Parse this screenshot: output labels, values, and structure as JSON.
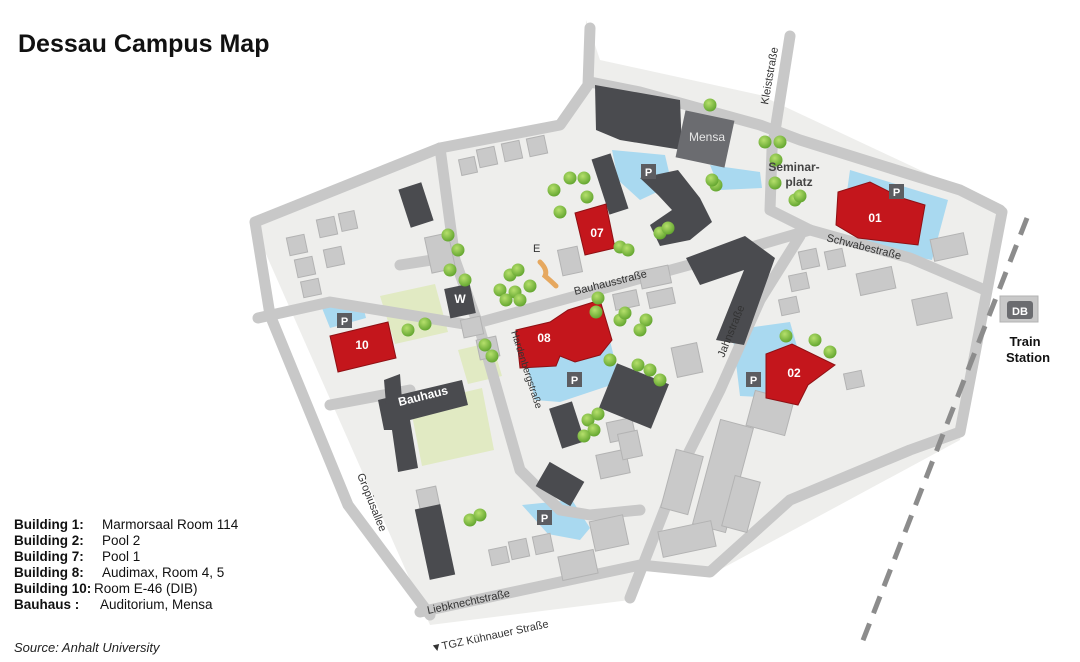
{
  "title": "Dessau Campus Map",
  "legend": [
    {
      "key": "Building 1:",
      "value": "Marmorsaal Room 114"
    },
    {
      "key": "Building 2:",
      "value": "Pool 2"
    },
    {
      "key": "Building 7:",
      "value": "Pool 1"
    },
    {
      "key": "Building 8:",
      "value": "Audimax, Room 4, 5"
    },
    {
      "key": "Building 10:",
      "value": "Room E-46 (DIB)"
    },
    {
      "key": "Bauhaus :",
      "value": "Auditorium, Mensa"
    }
  ],
  "source": "Source: Anhalt University",
  "map": {
    "streets": {
      "kleiststrasse": "Kleiststraße",
      "schwabestrasse": "Schwabestraße",
      "bauhausstrasse": "Bauhausstraße",
      "jahnstrasse": "Jahnstraße",
      "hardenbergstrasse": "Hardenbergstraße",
      "gropiusallee": "Gropiusallee",
      "liebknechtstrasse": "Liebknechtstraße",
      "kuehnauer": "▼TGZ Kühnauer Straße"
    },
    "places": {
      "mensa": "Mensa",
      "seminarplatz_1": "Seminar-",
      "seminarplatz_2": "platz",
      "bauhaus": "Bauhaus",
      "train_1": "Train",
      "train_2": "Station",
      "e": "E",
      "w": "W",
      "db": "DB"
    },
    "buildings": {
      "b01": "01",
      "b02": "02",
      "b07": "07",
      "b08": "08",
      "b10": "10"
    },
    "parking": "P",
    "colors": {
      "highlight": "#c4161c",
      "dark_building": "#4a4b4f",
      "grey_building": "#c8c8c8",
      "street": "#c9c9c9",
      "ground": "#eeeeec",
      "water": "#9ed4ef",
      "green": "#e2ecc6",
      "tree": "#7cbf3e"
    }
  }
}
